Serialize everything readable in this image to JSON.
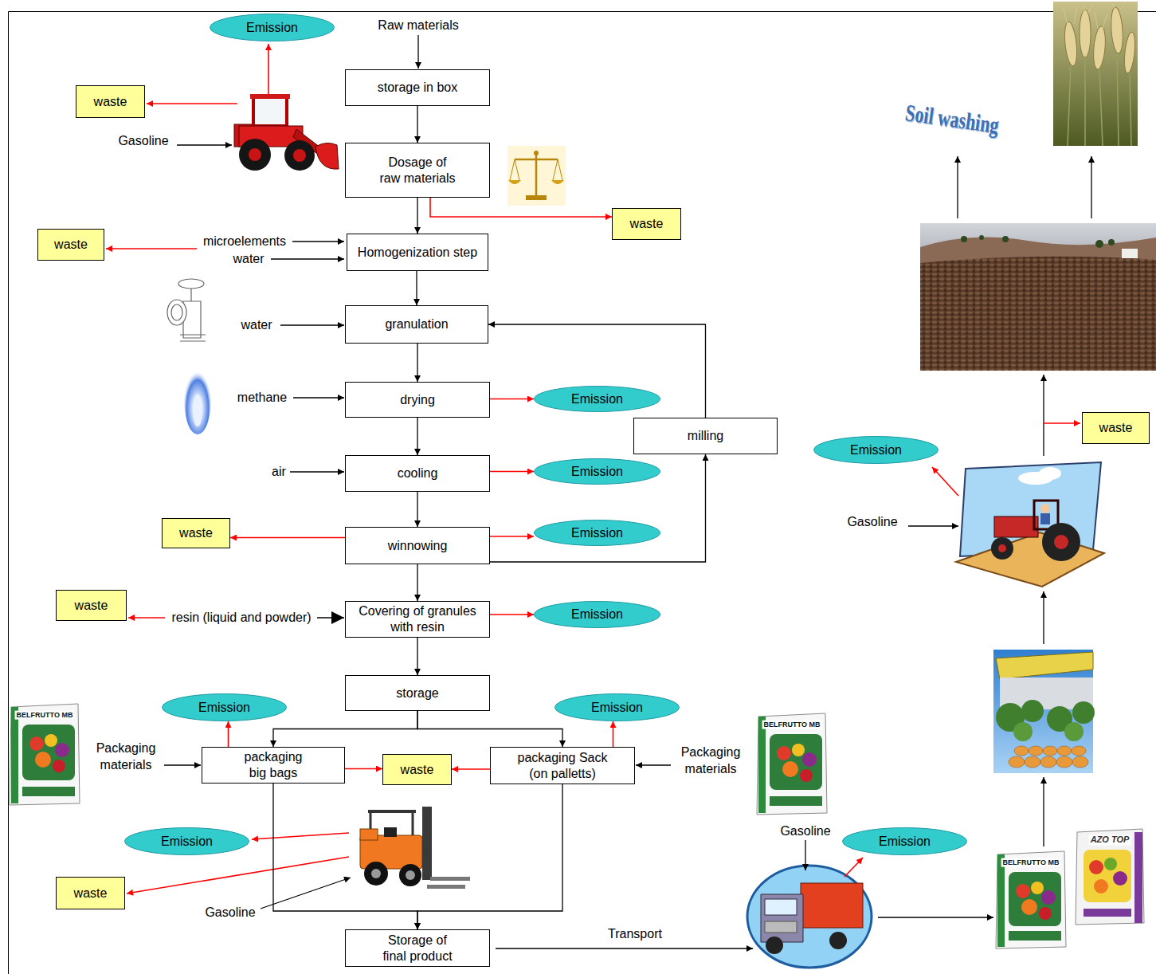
{
  "diagram": {
    "nodes": [
      {
        "text": [
          "Emission"
        ]
      },
      {
        "text": [
          "storage in box"
        ]
      },
      {
        "text": [
          "waste"
        ]
      },
      {
        "text": [
          "Dosage of raw materials"
        ]
      },
      {
        "text": [
          "waste"
        ]
      },
      {
        "text": [
          "waste"
        ]
      },
      {
        "text": [
          "Homogenization step"
        ]
      },
      {
        "text": [
          "granulation"
        ]
      },
      {
        "text": [
          "drying"
        ]
      },
      {
        "text": [
          "Emission"
        ]
      },
      {
        "text": [
          "milling"
        ]
      },
      {
        "text": [
          "cooling"
        ]
      },
      {
        "text": [
          "Emission"
        ]
      },
      {
        "text": [
          "waste"
        ]
      },
      {
        "text": [
          "winnowing"
        ]
      },
      {
        "text": [
          "Emission"
        ]
      },
      {
        "text": [
          "waste"
        ]
      },
      {
        "text": [
          "Covering of granules with resin"
        ]
      },
      {
        "text": [
          "Emission"
        ]
      },
      {
        "text": [
          "storage"
        ]
      },
      {
        "text": [
          "Emission"
        ]
      },
      {
        "text": [
          "Emission"
        ]
      },
      {
        "text": [
          "packaging big bags"
        ]
      },
      {
        "text": [
          "waste"
        ]
      },
      {
        "text": [
          "packaging Sack (on palletts)"
        ]
      },
      {
        "text": [
          "Emission"
        ]
      },
      {
        "text": [
          "waste"
        ]
      },
      {
        "text": [
          "Storage of final product"
        ]
      },
      {
        "text": [
          "Emission"
        ]
      },
      {
        "text": [
          "Emission"
        ]
      },
      {
        "text": [
          "waste"
        ]
      }
    ],
    "edges": [
      {
        "from": 1,
        "to": 3,
        "arrow": "to"
      },
      {
        "from": 3,
        "to": 6,
        "arrow": "to"
      },
      {
        "from": 3,
        "to": 4,
        "arrow": "to"
      },
      {
        "from": 6,
        "to": 7,
        "arrow": "to"
      },
      {
        "from": 7,
        "to": 8,
        "arrow": "to"
      },
      {
        "from": 8,
        "to": 9,
        "arrow": "to"
      },
      {
        "from": 8,
        "to": 11,
        "arrow": "to"
      },
      {
        "from": 11,
        "to": 12,
        "arrow": "to"
      },
      {
        "from": 11,
        "to": 14,
        "arrow": "to"
      },
      {
        "from": 14,
        "to": 15,
        "arrow": "to"
      },
      {
        "from": 14,
        "to": 13,
        "arrow": "to"
      },
      {
        "from": 14,
        "to": 10,
        "arrow": "to"
      },
      {
        "from": 10,
        "to": 7,
        "arrow": "to"
      },
      {
        "from": 14,
        "to": 17,
        "arrow": "to"
      },
      {
        "from": 17,
        "to": 18,
        "arrow": "to"
      },
      {
        "from": 17,
        "to": 19,
        "arrow": "to"
      },
      {
        "from": 19,
        "to": 22,
        "arrow": "to"
      },
      {
        "from": 19,
        "to": 24,
        "arrow": "to"
      },
      {
        "from": 22,
        "to": 20,
        "arrow": "to"
      },
      {
        "from": 22,
        "to": 23,
        "arrow": "to"
      },
      {
        "from": 24,
        "to": 21,
        "arrow": "to"
      },
      {
        "from": 24,
        "to": 23,
        "arrow": "to"
      },
      {
        "from": 22,
        "to": 27,
        "arrow": "to"
      },
      {
        "from": 24,
        "to": 27,
        "arrow": "to"
      }
    ],
    "labels": [
      "Raw materials",
      "Gasoline",
      "microelements",
      "water",
      "water",
      "methane",
      "air",
      "resin (liquid and powder)",
      "Packaging materials",
      "Packaging materials",
      "Gasoline",
      "Transport",
      "Gasoline",
      "Gasoline",
      "Soil washing",
      "BELFRUTTO MB",
      "BELFRUTTO MB",
      "BELFRUTTO MB",
      "AZO TOP"
    ]
  }
}
